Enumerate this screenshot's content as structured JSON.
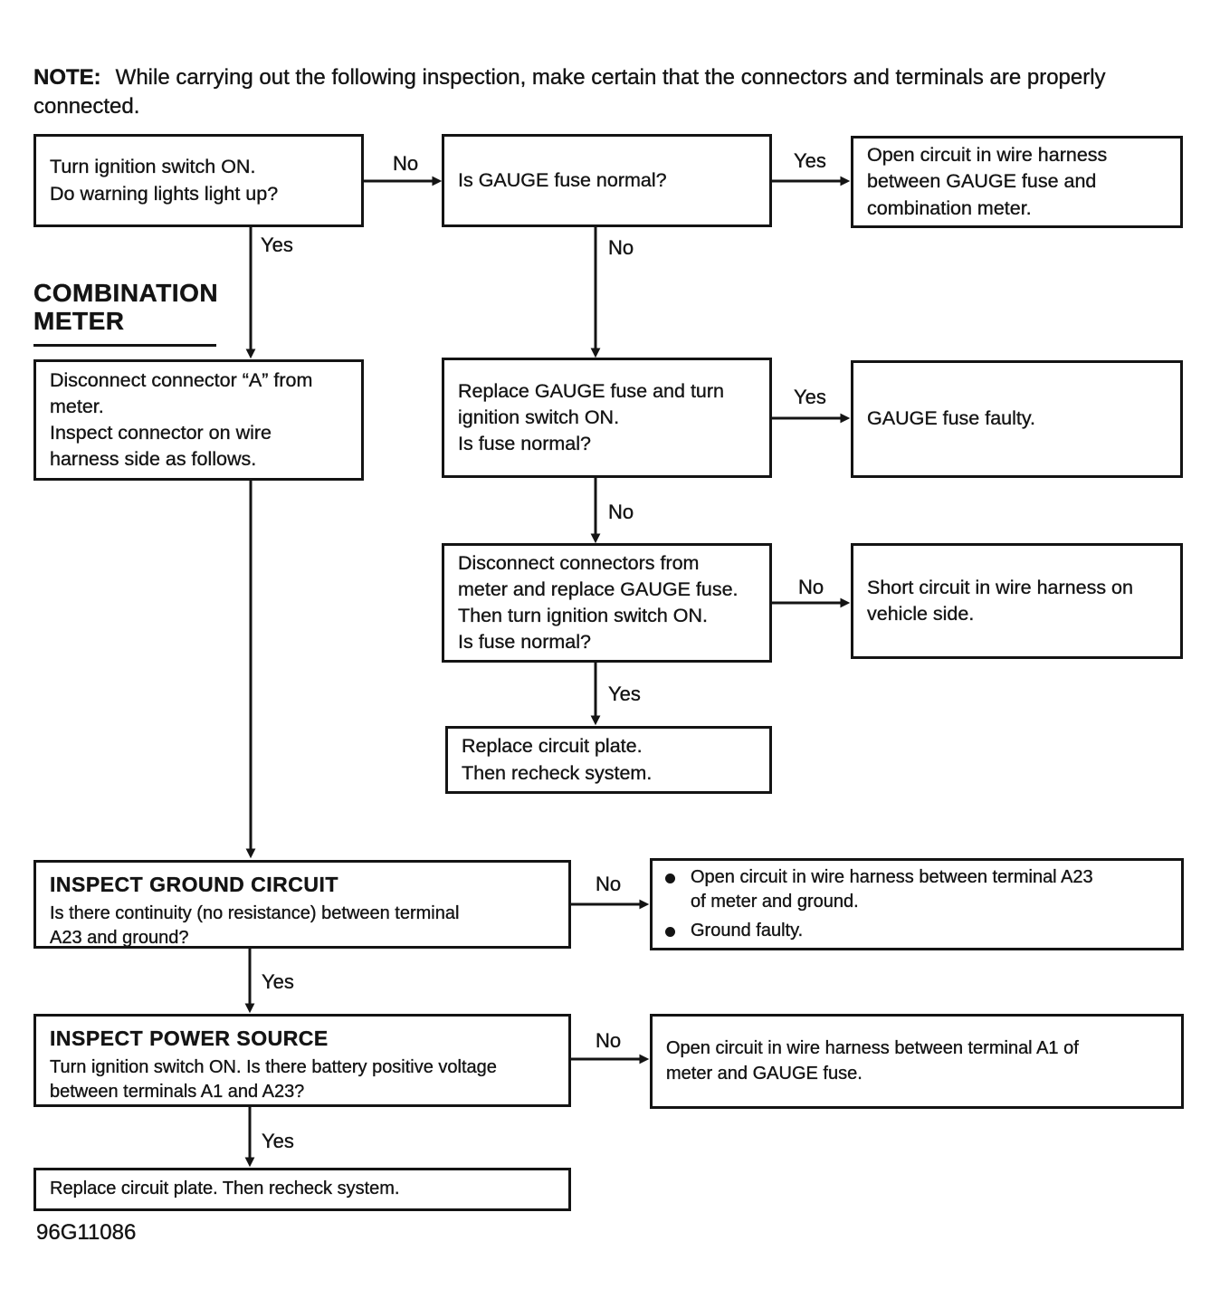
{
  "note": {
    "label": "NOTE:",
    "text": "While carrying out the following inspection, make certain that the connectors and terminals are properly connected."
  },
  "section_heading": "COMBINATION METER",
  "figure_code": "96G11086",
  "colors": {
    "ink": "#141414",
    "paper": "#ffffff"
  },
  "flowchart": {
    "boxes": {
      "warning_lights": {
        "text": "Turn ignition switch ON.\nDo warning lights light up?"
      },
      "gauge_fuse_normal": {
        "text": "Is GAUGE fuse normal?"
      },
      "open_circuit_gauge_meter": {
        "text": "Open circuit in wire harness\nbetween GAUGE fuse and\ncombination meter."
      },
      "disconnect_connector_a": {
        "text": "Disconnect connector “A” from\nmeter.\nInspect connector on wire\nharness side as follows."
      },
      "replace_gauge_fuse": {
        "text": "Replace GAUGE fuse and turn\nignition switch ON.\nIs fuse normal?"
      },
      "gauge_fuse_faulty": {
        "text": "GAUGE fuse faulty."
      },
      "disconnect_connectors_replace_fuse": {
        "text": "Disconnect connectors from\nmeter and replace GAUGE fuse.\nThen turn ignition switch ON.\nIs fuse normal?"
      },
      "short_circuit_vehicle": {
        "text": "Short circuit in wire harness on\nvehicle side."
      },
      "replace_circuit_plate_recheck": {
        "text": "Replace circuit plate.\nThen recheck system."
      },
      "inspect_ground": {
        "title": "INSPECT GROUND CIRCUIT",
        "text": "Is there continuity (no resistance) between terminal\nA23 and ground?"
      },
      "ground_fault_results": {
        "items": [
          "Open circuit in wire harness between terminal A23\nof meter and ground.",
          "Ground faulty."
        ]
      },
      "inspect_power": {
        "title": "INSPECT POWER SOURCE",
        "text": "Turn ignition switch ON. Is there battery positive voltage\nbetween terminals A1 and A23?"
      },
      "open_circuit_a1": {
        "text": "Open circuit in wire harness between terminal A1 of\nmeter and GAUGE fuse."
      },
      "replace_circuit_plate_final": {
        "text": "Replace circuit plate. Then recheck system."
      }
    },
    "labels": {
      "no_warning_lights": "No",
      "yes_fuse_open_circuit": "Yes",
      "yes_warning_lights": "Yes",
      "no_fuse_normal": "No",
      "yes_fuse_faulty": "Yes",
      "no_replaced_fuse": "No",
      "no_short_circuit": "No",
      "yes_replace_plate": "Yes",
      "no_ground_circuit": "No",
      "yes_ground_circuit": "Yes",
      "no_power_source": "No",
      "yes_power_source": "Yes"
    }
  }
}
